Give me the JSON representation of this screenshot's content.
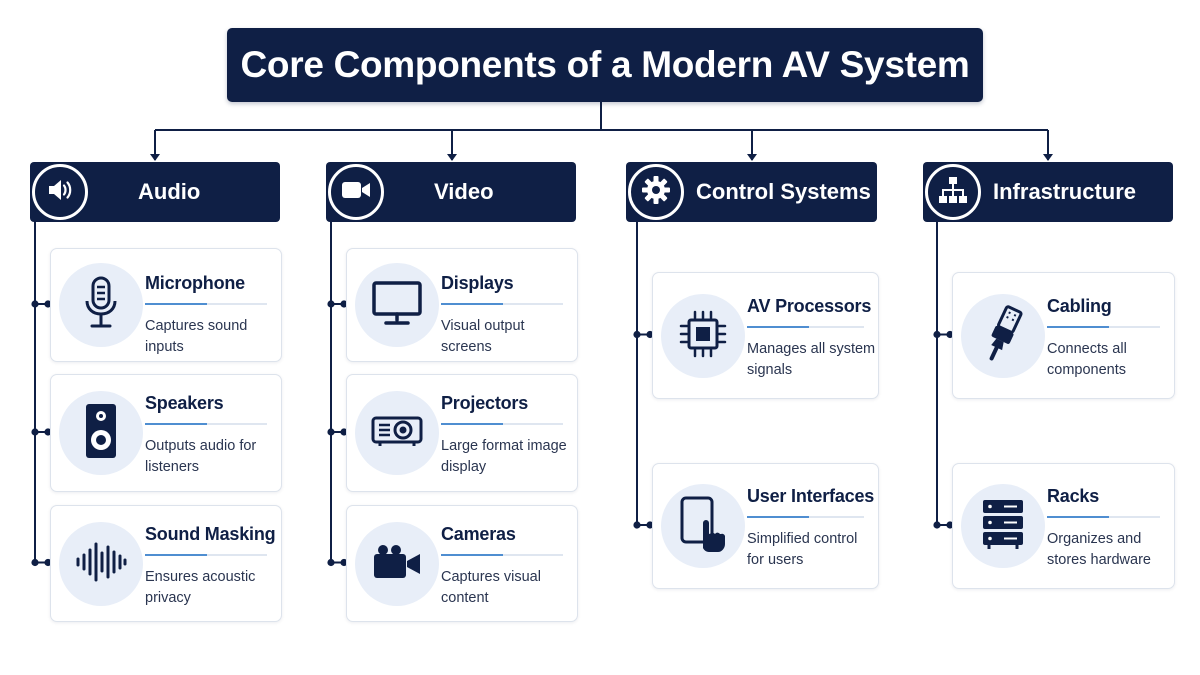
{
  "title": "Core Components of a Modern AV System",
  "categories": [
    {
      "name": "Audio",
      "icon": "speaker-volume-icon",
      "items": [
        {
          "title": "Microphone",
          "desc": "Captures sound inputs",
          "icon": "microphone-icon"
        },
        {
          "title": "Speakers",
          "desc": "Outputs audio for listeners",
          "icon": "speaker-cabinet-icon"
        },
        {
          "title": "Sound Masking",
          "desc": "Ensures acoustic privacy",
          "icon": "sound-wave-icon"
        }
      ]
    },
    {
      "name": "Video",
      "icon": "video-camera-icon",
      "items": [
        {
          "title": "Displays",
          "desc": "Visual output screens",
          "icon": "monitor-icon"
        },
        {
          "title": "Projectors",
          "desc": "Large format image display",
          "icon": "projector-icon"
        },
        {
          "title": "Cameras",
          "desc": "Captures visual content",
          "icon": "camera-icon"
        }
      ]
    },
    {
      "name": "Control Systems",
      "icon": "gear-icon",
      "items": [
        {
          "title": "AV Processors",
          "desc": "Manages all system signals",
          "icon": "processor-chip-icon"
        },
        {
          "title": "User Interfaces",
          "desc": "Simplified control for users",
          "icon": "touch-tablet-icon"
        }
      ]
    },
    {
      "name": "Infrastructure",
      "icon": "network-hierarchy-icon",
      "items": [
        {
          "title": "Cabling",
          "desc": "Connects all components",
          "icon": "cable-plug-icon"
        },
        {
          "title": "Racks",
          "desc": "Organizes and stores hardware",
          "icon": "server-rack-icon"
        }
      ]
    }
  ],
  "colors": {
    "navy": "#0f1f45",
    "accent": "#4f8ed1",
    "icon_bg": "#e8eef8",
    "card_border": "#dde3ec"
  }
}
